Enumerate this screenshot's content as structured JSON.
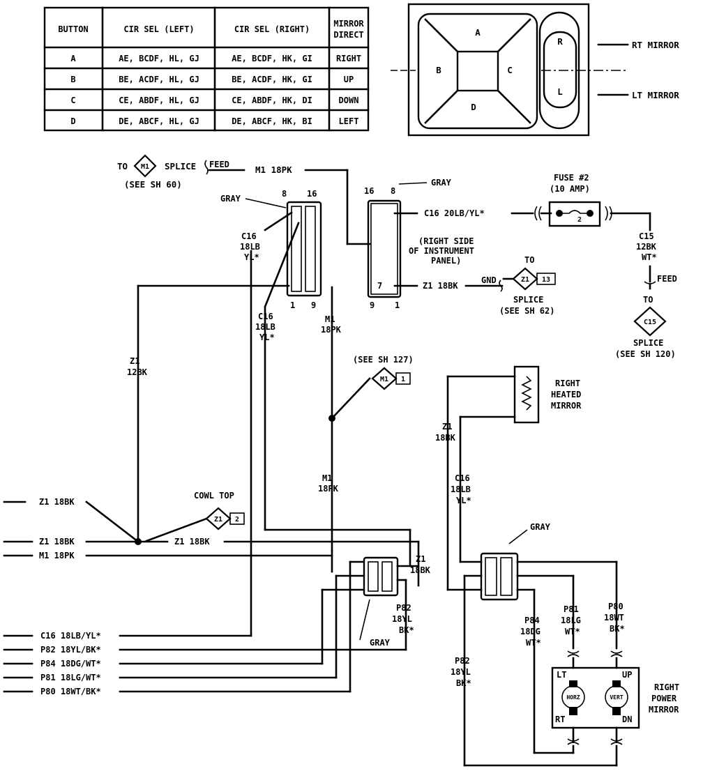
{
  "table": {
    "headers": [
      "BUTTON",
      "CIR SEL (LEFT)",
      "CIR SEL (RIGHT)",
      "MIRROR",
      "DIRECT"
    ],
    "rows": [
      [
        "A",
        "AE, BCDF, HL, GJ",
        "AE, BCDF, HK, GI",
        "RIGHT"
      ],
      [
        "B",
        "BE, ACDF, HL, GJ",
        "BE, ACDF, HK, GI",
        "UP"
      ],
      [
        "C",
        "CE, ABDF, HL, GJ",
        "CE, ABDF, HK, DI",
        "DOWN"
      ],
      [
        "D",
        "DE, ABCF, HL, GJ",
        "DE, ABCF, HK, BI",
        "LEFT"
      ]
    ]
  },
  "switch": {
    "buttons": [
      "A",
      "B",
      "C",
      "D"
    ],
    "selector": [
      "R",
      "L"
    ],
    "rt_mirror": "RT MIRROR",
    "lt_mirror": "LT MIRROR"
  },
  "labels": {
    "to": "TO",
    "splice": "SPLICE",
    "m1_splice_id": "M1",
    "see_sh60": "(SEE SH 60)",
    "feed": "FEED",
    "m1_18pk_top": "M1 18PK",
    "gray": "GRAY",
    "conn_top_8": "8",
    "conn_top_16": "16",
    "conn_bot_1": "1",
    "conn_bot_9": "9",
    "c16_a": "C16",
    "c16_b": "18LB",
    "c16_c": "YL*",
    "m1_a": "M1",
    "m1_b": "18PK",
    "z1_a": "Z1",
    "z1_12bk": "12BK",
    "see_sh127": "(SEE SH 127)",
    "m1_diamond": "M1",
    "m1_diamond_num": "1",
    "cowl_top": "COWL TOP",
    "z1_diamond": "Z1",
    "z1_diamond_num": "2",
    "z1_18bk_1": "Z1 18BK",
    "z1_18bk_2": "Z1 18BK",
    "z1_18bk_3": "Z1 18BK",
    "m1_18pk_left": "M1 18PK",
    "z1_18bk_v_a": "Z1",
    "z1_18bk_v_b": "18BK",
    "c16_left": "C16 18LB/YL*",
    "p82_left": "P82 18YL/BK*",
    "p84_left": "P84 18DG/WT*",
    "p81_left": "P81 18LG/WT*",
    "p80_left": "P80 18WT/BK*",
    "p82_v_a": "P82",
    "p82_v_b": "18YL",
    "p82_v_c": "BK*",
    "rconn_16": "16",
    "rconn_8": "8",
    "rconn_9": "9",
    "rconn_1": "1",
    "rconn_7": "7",
    "c16_20lb": "C16 20LB/YL*",
    "right_side_1": "(RIGHT SIDE",
    "right_side_2": "OF INSTRUMENT",
    "right_side_3": "PANEL)",
    "z1_18bk_gnd": "Z1 18BK",
    "gnd": "GND",
    "z1_splice_id": "Z1",
    "z1_splice_num": "13",
    "see_sh62": "(SEE SH 62)",
    "fuse_1": "FUSE #2",
    "fuse_2": "(10 AMP)",
    "fuse_num": "2",
    "c15_a": "C15",
    "c15_b": "12BK",
    "c15_c": "WT*",
    "c15_splice": "C15",
    "see_sh120": "(SEE SH 120)",
    "heated_1": "RIGHT",
    "heated_2": "HEATED",
    "heated_3": "MIRROR",
    "z1_r_a": "Z1",
    "z1_r_b": "18BK",
    "c16_r_a": "C16",
    "c16_r_b": "18LB",
    "c16_r_c": "YL*",
    "p82_r_a": "P82",
    "p82_r_b": "18YL",
    "p82_r_c": "BK*",
    "p84_r_a": "P84",
    "p84_r_b": "18DG",
    "p84_r_c": "WT*",
    "p81_r_a": "P81",
    "p81_r_b": "18LG",
    "p81_r_c": "WT*",
    "p80_r_a": "P80",
    "p80_r_b": "18WT",
    "p80_r_c": "BK*",
    "lt": "LT",
    "up": "UP",
    "rt": "RT",
    "dn": "DN",
    "horz": "HORZ",
    "vert": "VERT",
    "power_1": "RIGHT",
    "power_2": "POWER",
    "power_3": "MIRROR"
  }
}
